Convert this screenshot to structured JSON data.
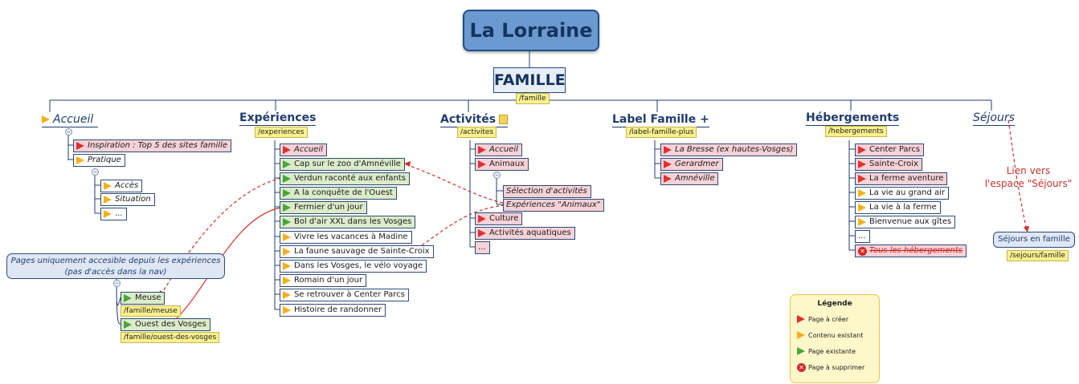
{
  "root": {
    "title": "La Lorraine"
  },
  "famille": {
    "title": "FAMILLE",
    "url": "/famille"
  },
  "branches": {
    "accueil": {
      "title": "Accueil",
      "children": [
        "Inspiration : Top 5 des sites famille",
        "Pratique"
      ],
      "pratique_children": [
        "Accès",
        "Situation",
        "..."
      ]
    },
    "experiences": {
      "title": "Expériences",
      "url": "/experiences",
      "children": [
        "Accueil",
        "Cap sur le zoo d'Amnéville",
        "Verdun raconté aux enfants",
        "A la conquête de l'Ouest",
        "Fermier d'un jour",
        "Bol d'air XXL dans les Vosges",
        "Vivre les vacances à Madine",
        "La faune sauvage de Sainte-Croix",
        "Dans les Vosges, le vélo voyage",
        "Romain d'un jour",
        "Se retrouver à Center Parcs",
        "Histoire de randonner"
      ]
    },
    "activites": {
      "title": "Activités",
      "url": "/activites",
      "children": [
        "Accueil",
        "Animaux",
        "Culture",
        "Activités aquatiques",
        "..."
      ],
      "animaux_children": [
        "Sélection d'activités",
        "Expériences \"Animaux\""
      ]
    },
    "label": {
      "title": "Label Famille +",
      "url": "/label-famille-plus",
      "children": [
        "La Bresse (ex hautes-Vosges)",
        "Gerardmer",
        "Amnéville"
      ]
    },
    "hebergements": {
      "title": "Hébergements",
      "url": "/hebergements",
      "children": [
        "Center Parcs",
        "Sainte-Croix",
        "La ferme aventure",
        "La vie au grand air",
        "La vie à la ferme",
        "Bienvenue aux gîtes",
        "...",
        "Tous les hébergements"
      ]
    },
    "sejours": {
      "title": "Séjours"
    }
  },
  "note": {
    "line1": "Pages uniquement accesible depuis les expériences",
    "line2": "(pas d'accès dans la nav)",
    "children": [
      {
        "label": "Meuse",
        "url": "/famille/meuse"
      },
      {
        "label": "Ouest des Vosges",
        "url": "/famille/ouest-des-vosges"
      }
    ]
  },
  "sejours_famille": {
    "label": "Séjours en famille",
    "url": "/sejours/famille"
  },
  "link_text": {
    "line1": "Lien vers",
    "line2": "l'espace \"Séjours\""
  },
  "legend": {
    "title": "Légende",
    "items": [
      "Page à créer",
      "Contenu existant",
      "Page existante",
      "Page à supprimer"
    ]
  },
  "colors": {
    "create": "#e03030",
    "existing_content": "#f2b11a",
    "existing_page": "#4aa53a",
    "delete": "#d62828",
    "link": "#c8322a"
  }
}
